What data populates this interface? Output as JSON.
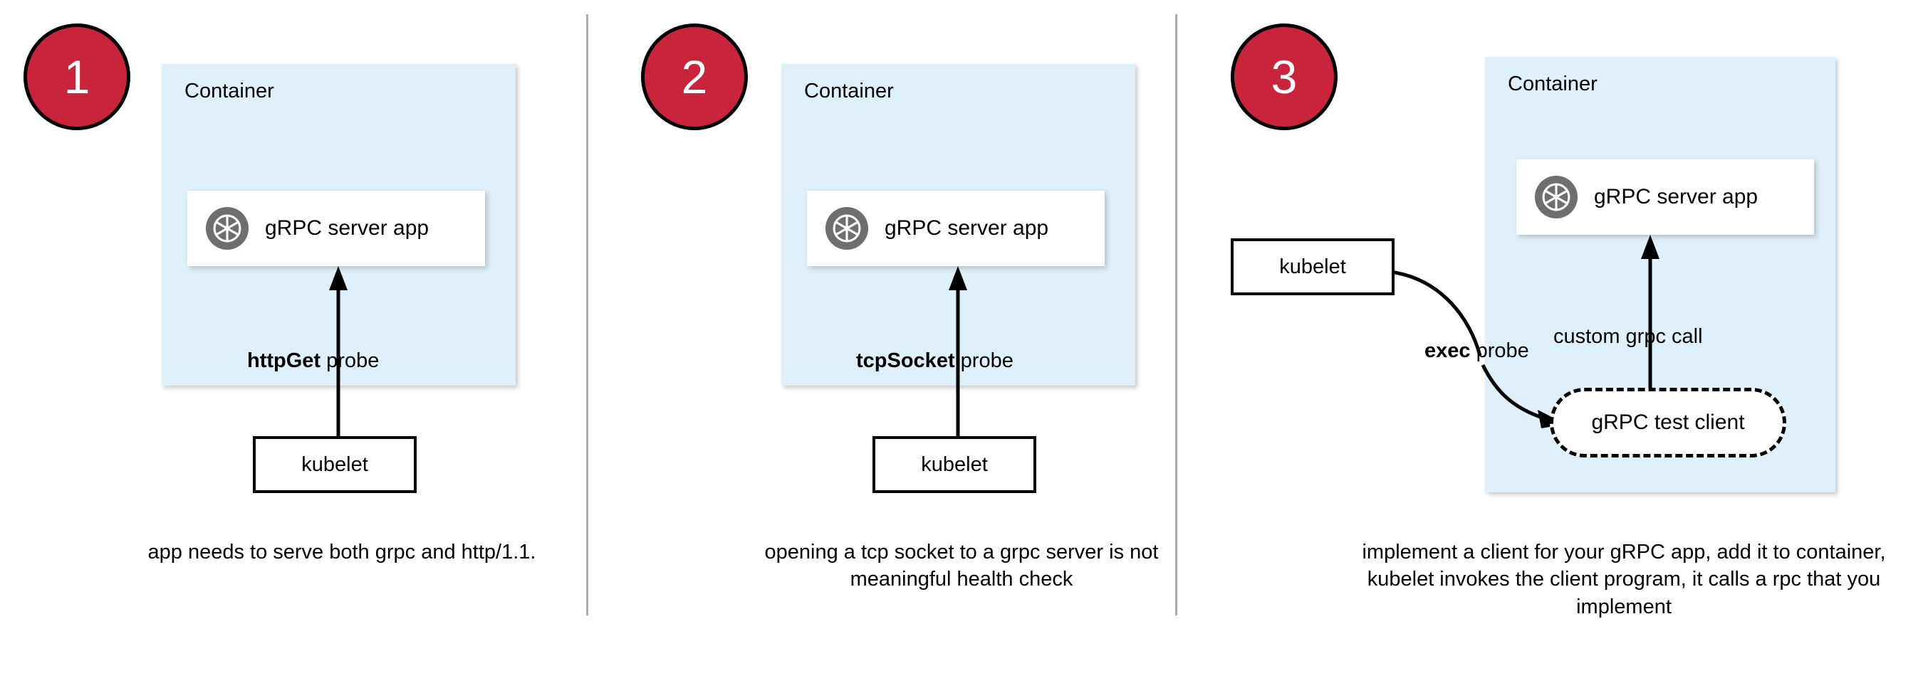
{
  "diagram": {
    "title": "Kubernetes gRPC health probe approaches",
    "colors": {
      "badge_fill": "#c8253c",
      "badge_text": "#ffffff",
      "container_fill": "#ddf0fb",
      "card_fill": "#ffffff",
      "stroke": "#000000",
      "divider": "#adadad",
      "icon_gray": "#6e6e6e"
    }
  },
  "panels": [
    {
      "badge": "1",
      "container_label": "Container",
      "app_card_label": "gRPC server app",
      "app_icon": "grpc-aperture-icon",
      "probe_label_bold": "httpGet",
      "probe_label_rest": " probe",
      "kubelet_label": "kubelet",
      "caption": "app needs to serve both grpc and http/1.1."
    },
    {
      "badge": "2",
      "container_label": "Container",
      "app_card_label": "gRPC server app",
      "app_icon": "grpc-aperture-icon",
      "probe_label_bold": "tcpSocket",
      "probe_label_rest": " probe",
      "kubelet_label": "kubelet",
      "caption": "opening a tcp socket to a grpc server is not meaningful health check"
    },
    {
      "badge": "3",
      "container_label": "Container",
      "app_card_label": "gRPC server app",
      "app_icon": "grpc-aperture-icon",
      "probe_label_bold": "exec",
      "probe_label_rest": " probe",
      "call_label": "custom grpc call",
      "test_client_label": "gRPC test client",
      "kubelet_label": "kubelet",
      "caption": "implement a client for your gRPC app, add it to container, kubelet invokes the client program, it calls a rpc that you implement"
    }
  ]
}
